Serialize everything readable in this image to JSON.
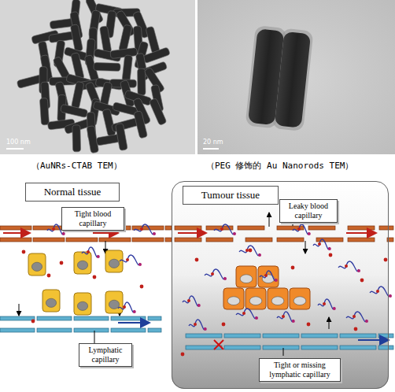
{
  "diagram": {
    "nodes": [
      {
        "text": [
          "Normal tissue"
        ]
      },
      {
        "text": [
          "Tumour tissue"
        ]
      },
      {
        "text": [
          "Tight blood capillary"
        ]
      },
      {
        "text": [
          "Leaky blood capillary"
        ],
        "in": 1
      },
      {
        "text": [
          "Lymphatic capillary"
        ]
      },
      {
        "text": [
          "Tight or missing lymphatic capillary"
        ],
        "in": 1
      }
    ],
    "labels": [
      "100 nm",
      "20 nm",
      "（AuNRs-CTAB TEM）",
      "（PEG 修饰的 Au Nanorods TEM）"
    ]
  }
}
